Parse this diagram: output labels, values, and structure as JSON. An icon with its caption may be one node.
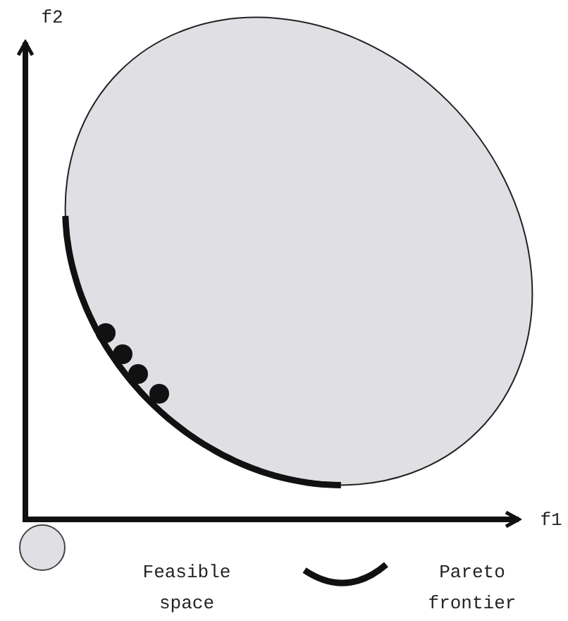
{
  "diagram": {
    "labels": [
      "f2",
      "f1"
    ],
    "legend": [
      {
        "text": "Feasible space",
        "color": "#e0e0e4"
      },
      {
        "text": "Pareto frontier"
      }
    ]
  }
}
